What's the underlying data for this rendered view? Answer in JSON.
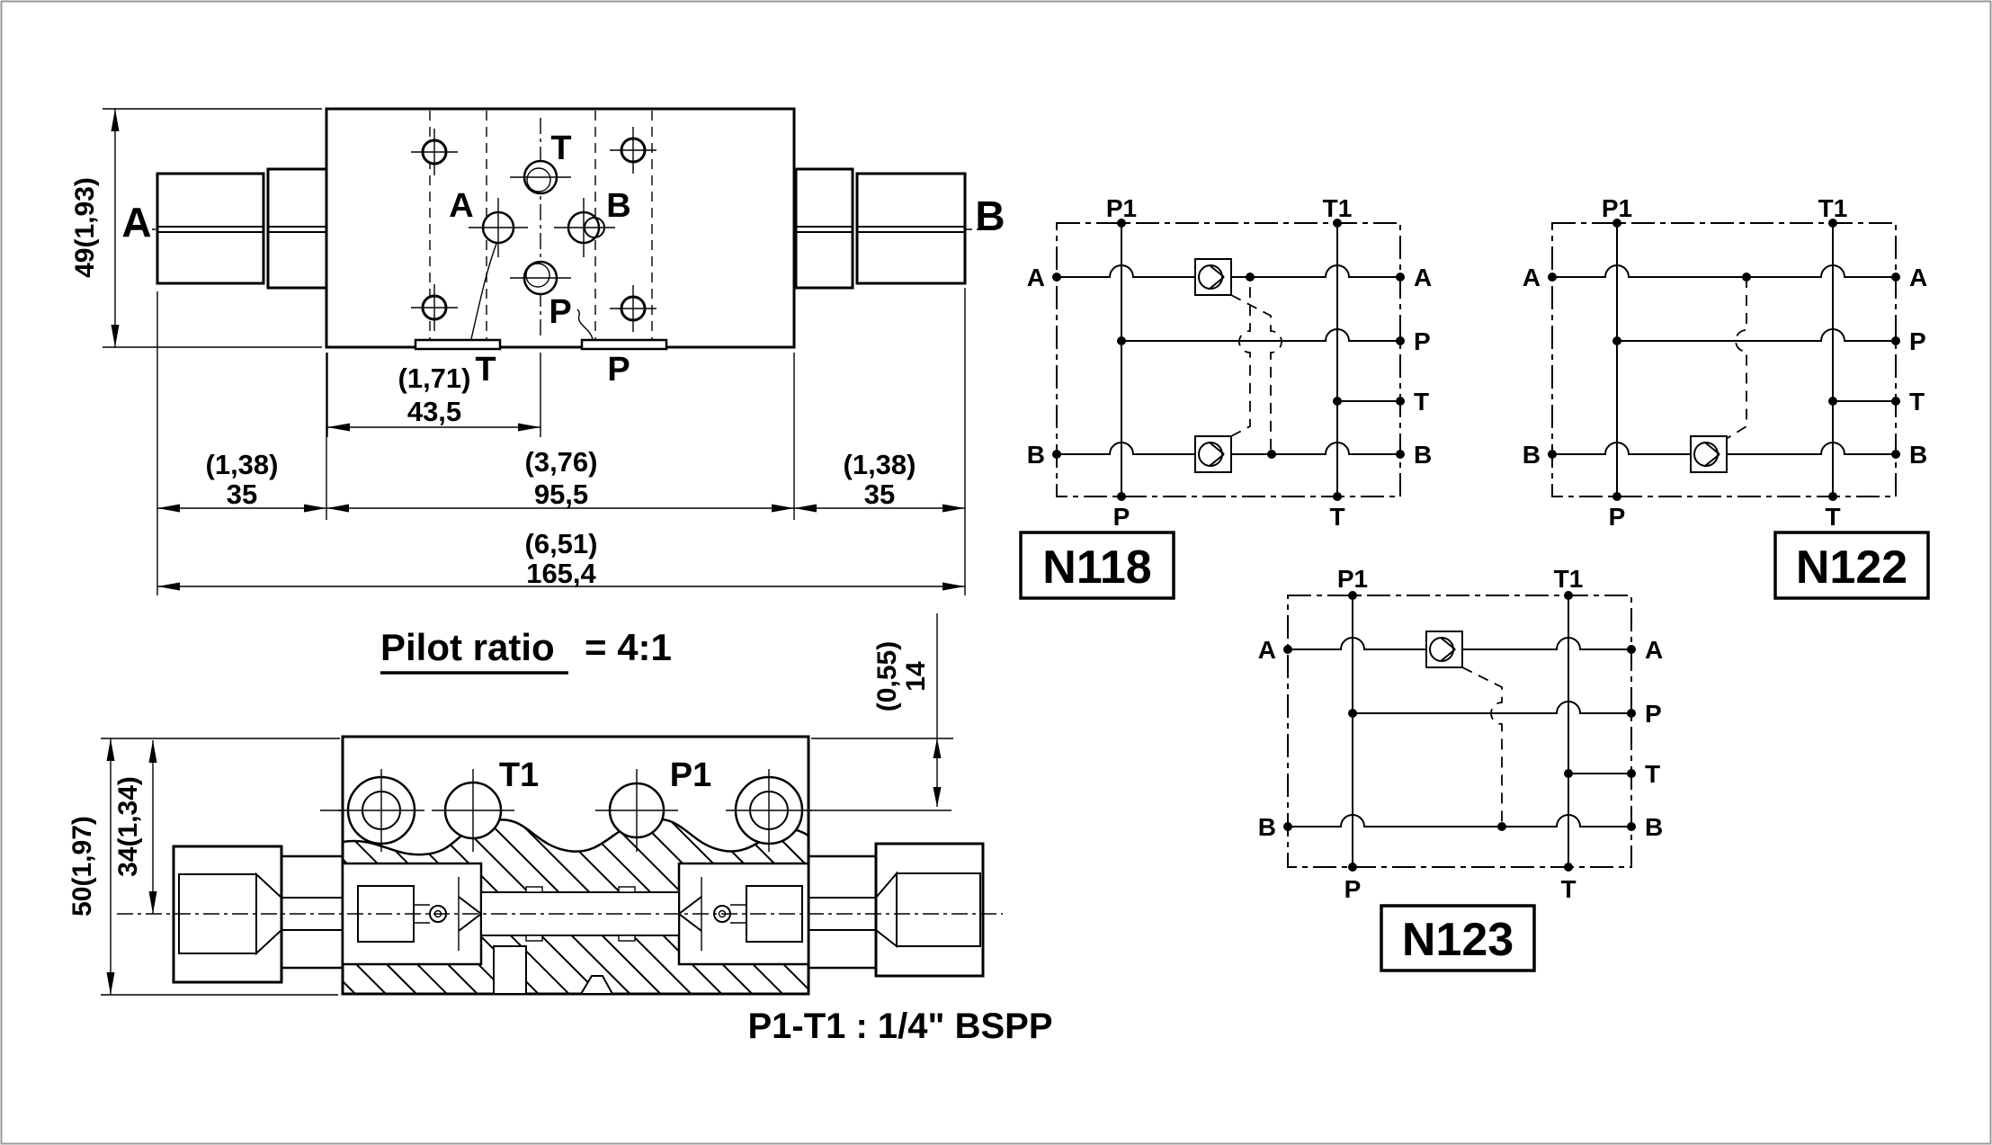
{
  "colors": {
    "ink": "#000000",
    "paper": "#ffffff",
    "frame": "#999999"
  },
  "top_view": {
    "side_left": "A",
    "side_right": "B",
    "port_t": "T",
    "port_a": "A",
    "port_b": "B",
    "port_p": "P",
    "tab_t": "T",
    "tab_p": "P",
    "dim_height": "49(1,93)",
    "dim_43_in": "(1,71)",
    "dim_43_mm": "43,5",
    "dim_35l_in": "(1,38)",
    "dim_35l_mm": "35",
    "dim_95_in": "(3,76)",
    "dim_95_mm": "95,5",
    "dim_35r_in": "(1,38)",
    "dim_35r_mm": "35",
    "dim_165_in": "(6,51)",
    "dim_165_mm": "165,4"
  },
  "pilot_ratio": {
    "label": "Pilot ratio",
    "value": "=  4:1"
  },
  "section_view": {
    "port_t1": "T1",
    "port_p1": "P1",
    "dim_height": "50(1,97)",
    "dim_center": "34(1,34)",
    "dim_depth_in": "(0,55)",
    "dim_depth_mm": "14",
    "note": "P1-T1 : 1/4\" BSPP"
  },
  "schematics": [
    {
      "code": "N118",
      "p1": "P1",
      "t1": "T1",
      "a": "A",
      "b": "B",
      "p": "P",
      "t": "T"
    },
    {
      "code": "N122",
      "p1": "P1",
      "t1": "T1",
      "a": "A",
      "b": "B",
      "p": "P",
      "t": "T"
    },
    {
      "code": "N123",
      "p1": "P1",
      "t1": "T1",
      "a": "A",
      "b": "B",
      "p": "P",
      "t": "T"
    }
  ]
}
